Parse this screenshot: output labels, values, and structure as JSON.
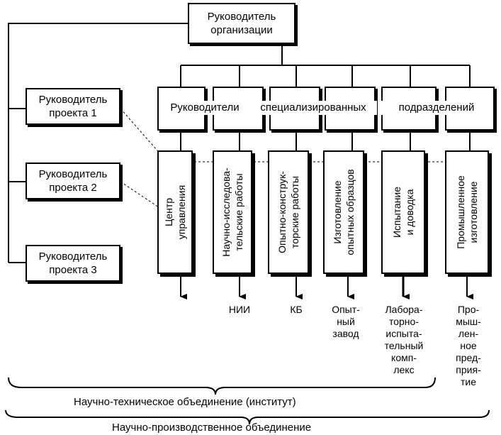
{
  "top": {
    "line1": "Руководитель",
    "line2": "организации"
  },
  "project_managers": [
    {
      "line1": "Руководитель",
      "line2": "проекта 1"
    },
    {
      "line1": "Руководитель",
      "line2": "проекта 2"
    },
    {
      "line1": "Руководитель",
      "line2": "проекта 3"
    }
  ],
  "heads_row": {
    "segments": [
      "Руководители",
      "специализированных",
      "подразделений"
    ]
  },
  "units": [
    {
      "text": "Центр\nуправления"
    },
    {
      "text": "Научно-исследова-\nтельские работы"
    },
    {
      "text": "Опытно-конструк-\nторские работы"
    },
    {
      "text": "Изготовление\nопытных образцов"
    },
    {
      "text": "Испытание\nи доводка"
    },
    {
      "text": "Промышленное\nизготовление"
    }
  ],
  "outputs": [
    "НИИ",
    "КБ",
    "Опыт-\nный\nзавод",
    "Лабора-\nторно-\nиспыта-\nтельный\nкомп-\nлекс",
    "Про-\nмыш-\nлен-\nное\nпред-\nприя-\nтие"
  ],
  "captions": {
    "inner": "Научно-техническое объединение (институт)",
    "outer": "Научно-производственное объединение"
  }
}
